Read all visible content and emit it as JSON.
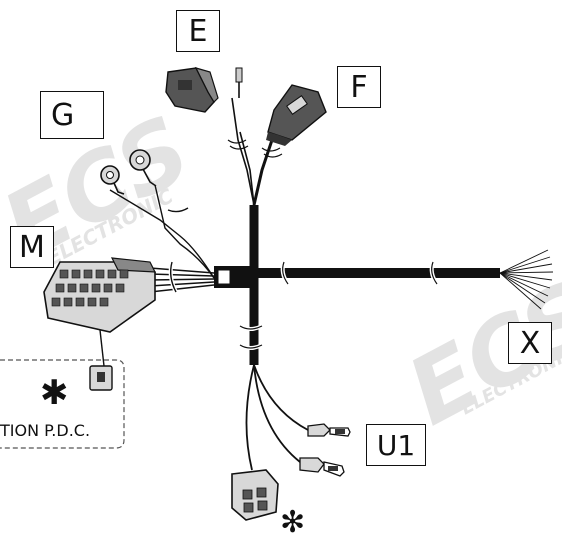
{
  "labels": {
    "e": "E",
    "f": "F",
    "g": "G",
    "m": "M",
    "x": "X",
    "u1": "U1"
  },
  "note": {
    "text": "TION P.D.C.",
    "asterisk": "✱"
  },
  "bottom_symbol": "✻",
  "watermark": {
    "brand": "ECS",
    "sub": "ELECTRONIC"
  },
  "colors": {
    "wire": "#111111",
    "connector_dark": "#555555",
    "connector_light": "#d8d8d8",
    "watermark": "#e3e3e3"
  }
}
